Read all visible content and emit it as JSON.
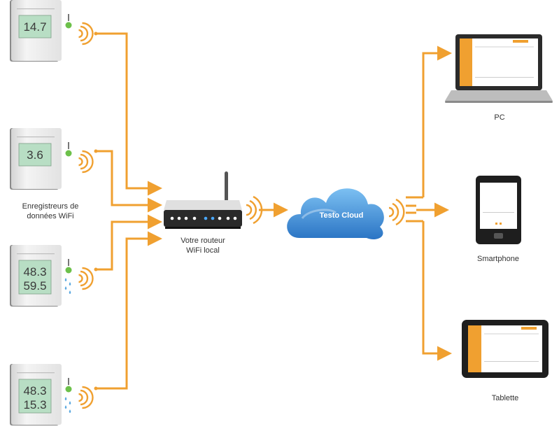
{
  "colors": {
    "arrow": "#f0a030",
    "logger_body": "#eaeaea",
    "logger_screen": "#b8dec4",
    "cloud": "#3b8fd6",
    "device_dark": "#222222"
  },
  "loggers": [
    {
      "lines": [
        "14.7"
      ],
      "has_drops": false
    },
    {
      "lines": [
        "3.6"
      ],
      "has_drops": false
    },
    {
      "lines": [
        "48.3",
        "59.5"
      ],
      "has_drops": true
    },
    {
      "lines": [
        "48.3",
        "15.3"
      ],
      "has_drops": true
    }
  ],
  "loggers_label": [
    "Enregistreurs de",
    "données WiFi"
  ],
  "router": {
    "label": [
      "Votre routeur",
      "WiFi local"
    ],
    "icon": "router-icon"
  },
  "cloud": {
    "label": "Testo Cloud",
    "icon": "cloud-icon"
  },
  "devices": [
    {
      "label": "PC",
      "icon": "laptop-icon"
    },
    {
      "label": "Smartphone",
      "icon": "smartphone-icon"
    },
    {
      "label": "Tablette",
      "icon": "tablet-icon"
    }
  ]
}
